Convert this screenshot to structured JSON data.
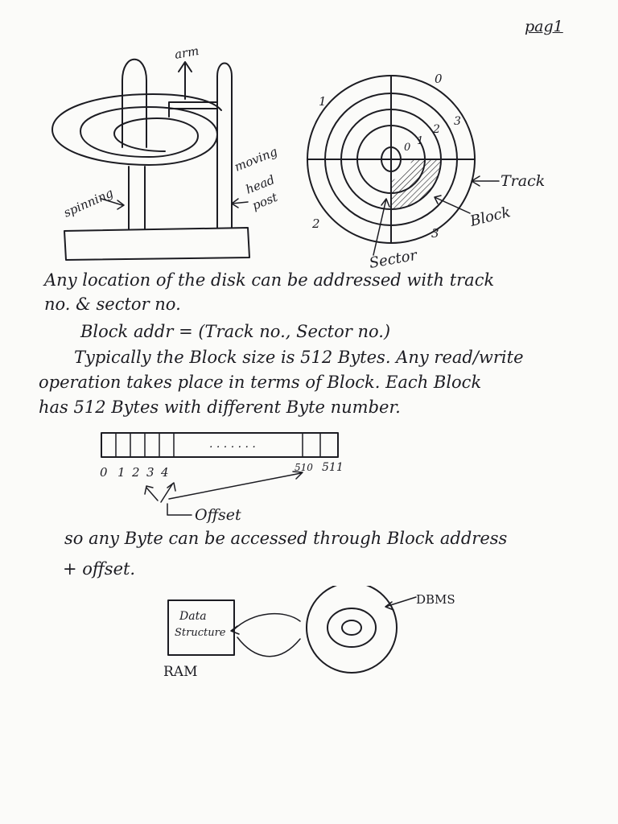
{
  "page_number": "pag1",
  "figure1": {
    "arm_label": "arm",
    "moving_label_1": "moving",
    "moving_label_2": "head",
    "moving_label_3": "post",
    "spinning_label": "spinning"
  },
  "figure2": {
    "sector_nums_outer": [
      "0",
      "1",
      "2",
      "3"
    ],
    "sector_nums_inner": [
      "0",
      "1",
      "2",
      "3"
    ],
    "track_label": "Track",
    "block_label": "Block",
    "sector_label": "Sector"
  },
  "paragraph": {
    "line1": "Any location of the disk can be addressed with track",
    "line2": "no. & sector no.",
    "line3": "Block addr = (Track no., Sector no.)",
    "line4": "Typically the Block size is 512 Bytes. Any read/write",
    "line5": "operation takes place in terms of Block. Each Block",
    "line6": "has 512 Bytes with different Byte number."
  },
  "byte_diagram": {
    "dots": ". . . . . . .",
    "labels_left": [
      "0",
      "1",
      "2",
      "3",
      "4"
    ],
    "labels_right": [
      "510",
      "511"
    ],
    "offset_label": "Offset"
  },
  "access_text": {
    "line1": "so any Byte can be accessed through Block address",
    "line2": "+ offset."
  },
  "ram_diagram": {
    "box_line1": "Data",
    "box_line2": "Structure",
    "ram_label": "RAM",
    "dbms_label": "DBMS"
  }
}
